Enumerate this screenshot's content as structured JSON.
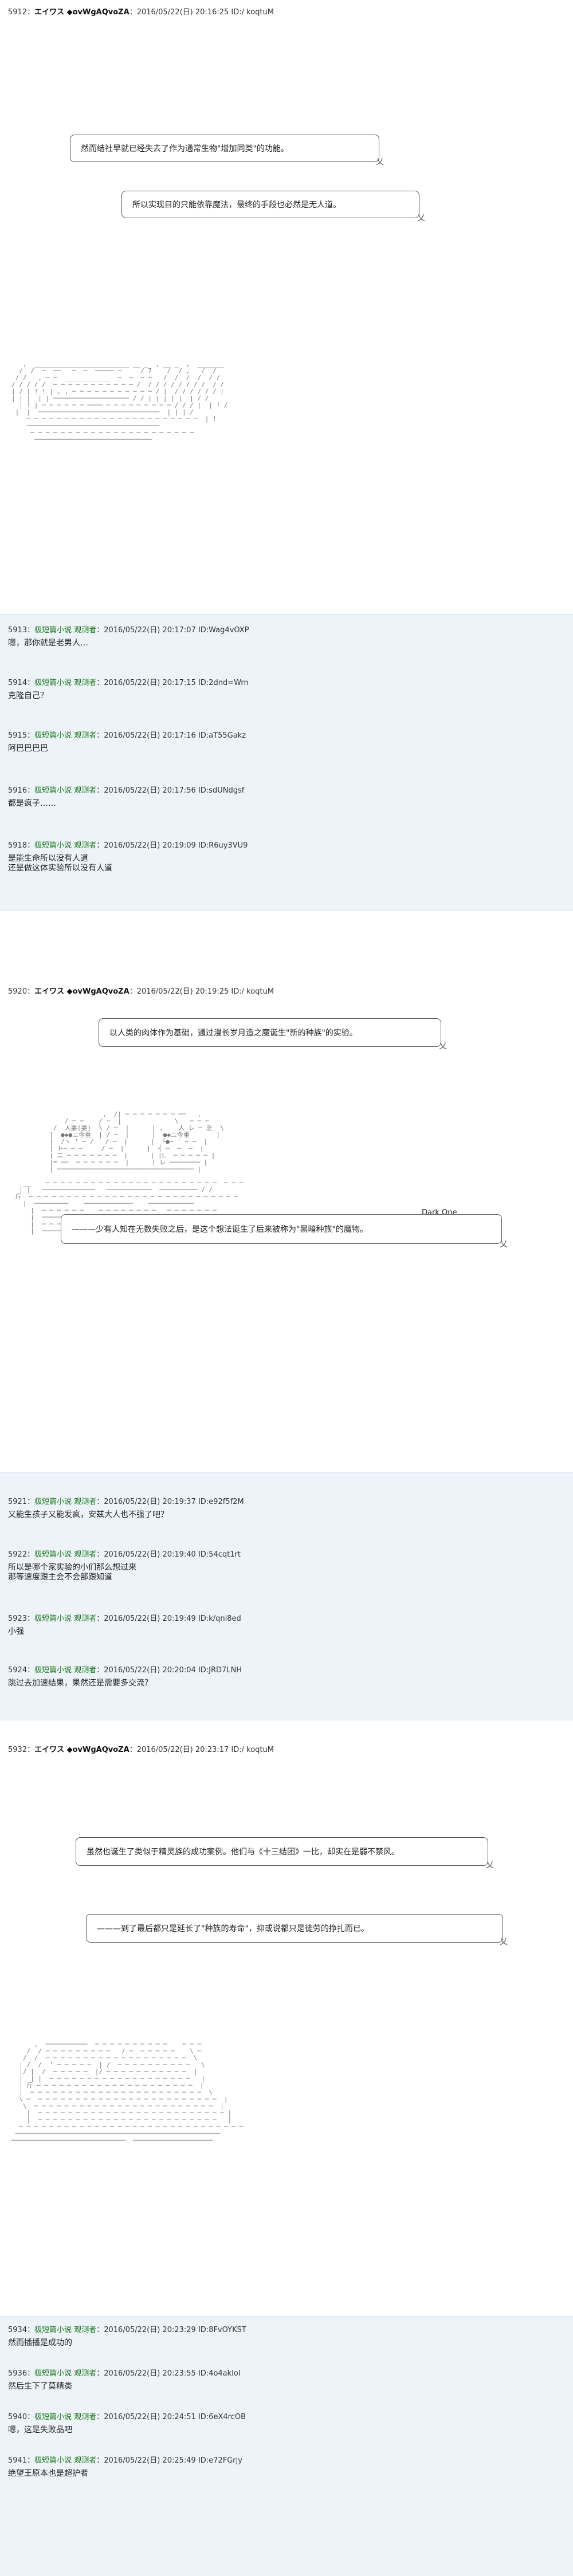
{
  "section1": {
    "header": {
      "num": "5912：",
      "name": "エイワス ◆ovWgAQvoZA",
      "meta": "：2016/05/22(日) 20:16:25 ID:/ koqtuM"
    },
    "bubble1": "然而结社早就已经失去了作为通常生物\"增加同类\"的功能。",
    "bubble2": "所以实现目的只能依靠魔法，最终的手段也必然是无人道。",
    "aa": "   ,  _________________________ __ _  , __ _  ,  _______\n  /  /  ─  ──   ─  ─  ───── ─     / 7    /  / ,   /  /\n / /   , ─ ─  ____________  ─  ─  ─ ─   /  /  /  /  / /\n/ / / / /  ─ ─ ─ ─ ─ ─ ─ ─ ─ ─ ─ /  / / / / / / / /  / /\n| / | ! ! | , , ─ ─ ─ ─ ─ ─ ─ ─ ─ ─ ─ / |  / / / / / / | \n| | |  | | ──────────────────── / / | | | | |  | / / \n  | ! | ─ ─ ─ ─ ─ ─ ──── ─ ─ ─ ─ ─ ─ ─ ─ ─ / / / |  | ! /\n |  |  ────────────────────────────────  | | | /\n    ─ ─ ─ ─ ─ ─ ─ ─ ─ ─ ─ ─ ─ ─ ─ ─ ─ ─ ─ ─ ─ ─ ─  | !\n    ───────────────────────────────────\n     ─ ─ ─ ─ ─ ─ ─ ─ ─ ─ ─ ─ ─ ─ ─ ─ ─ ─ ─ ─ ─ ─\n      ───────────────────────────────\n"
  },
  "replies1": [
    {
      "num": "5913：",
      "name": "极短篇小说 观测者",
      "meta": "：2016/05/22(日) 20:17:07 ID:Wag4vOXP",
      "text": "嗯，那你就是老男人…"
    },
    {
      "num": "5914：",
      "name": "极短篇小说 观测者",
      "meta": "：2016/05/22(日) 20:17:15 ID:2dnd=Wrn",
      "text": "克隆自己？"
    },
    {
      "num": "5915：",
      "name": "极短篇小说 观测者",
      "meta": "：2016/05/22(日) 20:17:16 ID:aT55Gakz",
      "text": "阿巴巴巴巴"
    },
    {
      "num": "5916：",
      "name": "极短篇小说 观测者",
      "meta": "：2016/05/22(日) 20:17:56 ID:sdUNdgsf",
      "text": "都是疯子……"
    },
    {
      "num": "5918：",
      "name": "极短篇小说 观测者",
      "meta": "：2016/05/22(日) 20:19:09 ID:R6uy3VU9",
      "text": "是能生命所以没有人道\n还是做这体实验所以没有人道"
    }
  ],
  "section2": {
    "header": {
      "num": "5920：",
      "name": "エイワス ◆ovWgAQvoZA",
      "meta": "：2016/05/22(日) 20:19:25 ID:/ koqtuM"
    },
    "bubble1": "以人类的肉体作为基础，通过漫长岁月造之魔诞生\"新的种族\"的实验。",
    "bubble2": "———少有人知在无数失败之后，是这个想法诞生了后来被称为\"黑暗种族\"的魔物。",
    "dark_label": "Dark One",
    "aa": "                        ,  /| ─ ─ ─ ─ ─ ─ ─ ──   ,\n              / ─ ─    / ─  |              \\   ─ ─ ─\n           /  人妻(妻)  \\ / ─  |      | ,    人 レ ─ 乏  \\\n          |  ●◆●ニ今重  | / ─  |      |  ●◆ニ今重       |\n          |  /ヽ ' ─ /   / ─  |      |  └●─ ' ─ ─  |\n          | ト─ ─ ─     / ─  |      |  ┤ ─  ─  ─  |\n          | ニ ─ ─ ─ ─ ─ ─ ─  |      | |L  ─ ─ ─ ─ ─ |\n          |= ──  ─ ─ ─ ─ ─ ─  |      | レ ──────── |\n          | ──────────────────────────────────── |\n\n   __    ─ ─ ─ ─ ─ ─ ─ ─ ─ ─ ─ ─ ─ ─ ─ ─ ─ ─ ─ ─ ─ ─ ─  ─ ─ ─\n  | |   ──────────────   ────────────  ────────── / /\n 斤  ─ ─ ─ ─ ─ ─ ─ ─ ─ ─ ─ ─ ─ ─ ─ ─ ─ ─ ─ ─ ─ ─ ─ ─ ─ ─ ─ ─\n   |  ─────────    ─────────────    ────────────\n     |  ─ ─ ─ ─ ─ ─    ─ ─ ─ ─ ─ ─ ─ ─   ─ ─ ─ ─ ─ ─ ─\n     |  ───────    ───────────     ──────────\n     |  ─ ─ ─ ─ ─     ─ ─ ─ ─ ─ ─ ─ ─      ─ ─ ─ ─ ─ ─\n     |  ──────       ─────────            ─────────\n"
  },
  "replies2": [
    {
      "num": "5921：",
      "name": "极短篇小说 观测者",
      "meta": "：2016/05/22(日) 20:19:37 ID:e92f5f2M",
      "text": "又能生孩子又能发疯，安兹大人也不强了吧？"
    },
    {
      "num": "5922：",
      "name": "极短篇小说 观测者",
      "meta": "：2016/05/22(日) 20:19:40 ID:54cqt1rt",
      "text": "所以是哪个家实验的小们那么想过来\n那等速度跟主会不会部跟知道"
    },
    {
      "num": "5923：",
      "name": "极短篇小说 观测者",
      "meta": "：2016/05/22(日) 20:19:49 ID:k/qni8ed",
      "text": "小强"
    },
    {
      "num": "5924：",
      "name": "极短篇小说 观测者",
      "meta": "：2016/05/22(日) 20:20:04 ID:JRD7LNH",
      "text": "跳过去加速结果，果然还是需要多交流？"
    }
  ],
  "section3": {
    "header": {
      "num": "5932：",
      "name": "エイワス ◆ovWgAQvoZA",
      "meta": "：2016/05/22(日) 20:23:17 ID:/ koqtuM"
    },
    "bubble1": "虽然也诞生了类似于精灵族的成功案例。他们与《十三结团》一比，却实在是弱不禁风。",
    "bubble2": "———到了最后都只是延长了\"种族的寿命\"，抑或说都只是徒劳的挣扎而已。",
    "aa": "      ,  ───────────  ─ ─ ─ ─ ─ ─ ─ ─ ─ ─    ─ ─ ─\n    /  / ─ ─ ─ ─ ─ ─ ─ ─ ─   / ─  ─ ─ ─ ─ ─    \\ ─\n   /  /  ─ ─ ─ ─ ─ ─ ─ ─ ─ ─ ─ ─ ─ ─ ─ ─ ─ ─ ─  \\\n  | /  /  ' ─ ─ ─ ─ ─  | /  ─ ─ ─ ─ ─ ─ ─ ─ ─ ─   \\\n  |/ |  /  ─ ─ ─ ─ ─  |/ ─ ─ ─ ─ ─ ─ ─ ─ ─ ─ ─  |\n  |  | |  ─ ─ ─ ─ ─ ─ ─ ─ ─ ─ ─ ─ ─ ─ ─ ─ ─ ─ ─   |\n  | 斤 ─ ─ ─ ─ ─ ─ ─ ─ ─ ─ ─ ─ ─ ─ ─ ─ ─ ─ ─ ─ ─  |\n  |  ─ ─ ─ ─ ─ ─ ─ ─ ─ ─ ─ ─ ─ ─ ─ ─ ─ ─ ─ ─ ─ ─ ─  \\\n  \\ ─  ─ ─ ─ ─ ─ ─ ─ ─ ─ ─ ─ ─ ─ ─ ─ ─ ─ ─ ─ ─ ─ ─ ─ ─  |\n   \\  ─ ─ ─ ─ ─ ─ ─ ─ ─ ─ ─ ─ ─ ─ ─ ─ ─ ─ ─ ─ ─ ─ ─ ─  |\n    |  ─ ─ ─ ─ ─ ─ ─ ─ ─ ─ ─ ─ ─ ─ ─ ─ ─ ─ ─ ─ ─ ─ ─ ─ ─ |\n    |  ─ ─ ─ ─ ─ ─ ─ ─ ─ ─ ─ ─ ─ ─ ─ ─ ─ ─ ─ ─ ─ ─ ─ ─   |\n  ─ ─ ─ ─ ─ ─ ─ ─ ─ ─ ─ ─ ─ ─ ─ ─ ─ ─ ─ ─ ─ ─ ─ ─ ─ ─ ─ ─ ─ ─\n ──────────────────────────────────────────────────────\n──────────────────────────────  ─────────────────────\n"
  },
  "replies3": [
    {
      "num": "5934：",
      "name": "极短篇小说 观测者",
      "meta": "：2016/05/22(日) 20:23:29 ID:8FvOYKST",
      "text": "然而插播是成功的"
    },
    {
      "num": "5936：",
      "name": "极短篇小说 观测者",
      "meta": "：2016/05/22(日) 20:23:55 ID:4o4aklol",
      "text": "然后生下了莫精类"
    },
    {
      "num": "5940：",
      "name": "极短篇小说 观测者",
      "meta": "：2016/05/22(日) 20:24:51 ID:6eX4rcOB",
      "text": "嗯，这是失败品吧"
    },
    {
      "num": "5941：",
      "name": "极短篇小说 观测者",
      "meta": "：2016/05/22(日) 20:25:49 ID:e72FGrjy",
      "text": "绝望王原本也是超护者"
    }
  ]
}
